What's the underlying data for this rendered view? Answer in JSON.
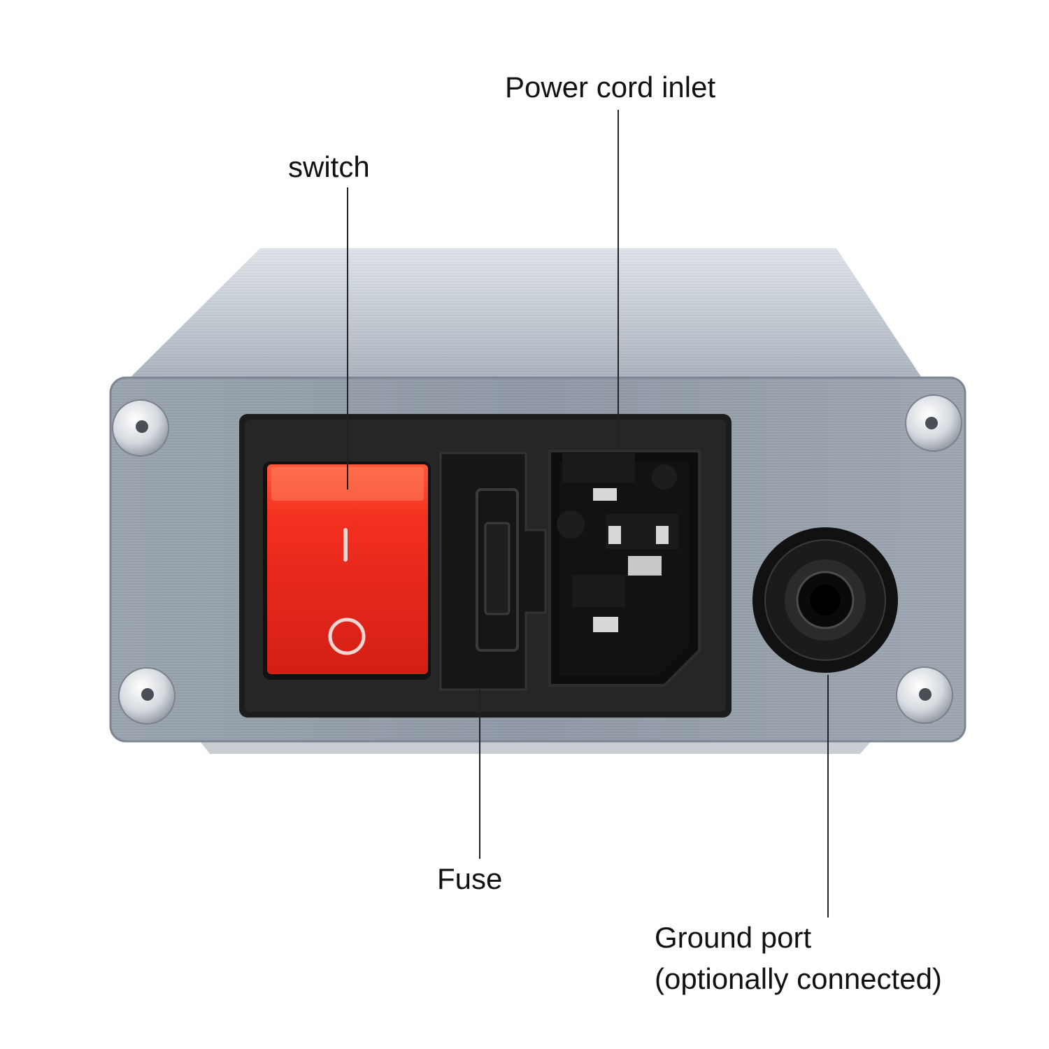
{
  "callouts": {
    "power_cord_inlet": "Power cord inlet",
    "switch": "switch",
    "fuse": "Fuse",
    "ground_port_line1": "Ground port",
    "ground_port_line2": "(optionally connected)"
  },
  "switch_marks": {
    "on": "I",
    "off": "O"
  },
  "colors": {
    "housing": "#b4bcc6",
    "panel": "#8e99a6",
    "module": "#1b1b1b",
    "rocker": "#e2231b",
    "leader": "#222222"
  }
}
